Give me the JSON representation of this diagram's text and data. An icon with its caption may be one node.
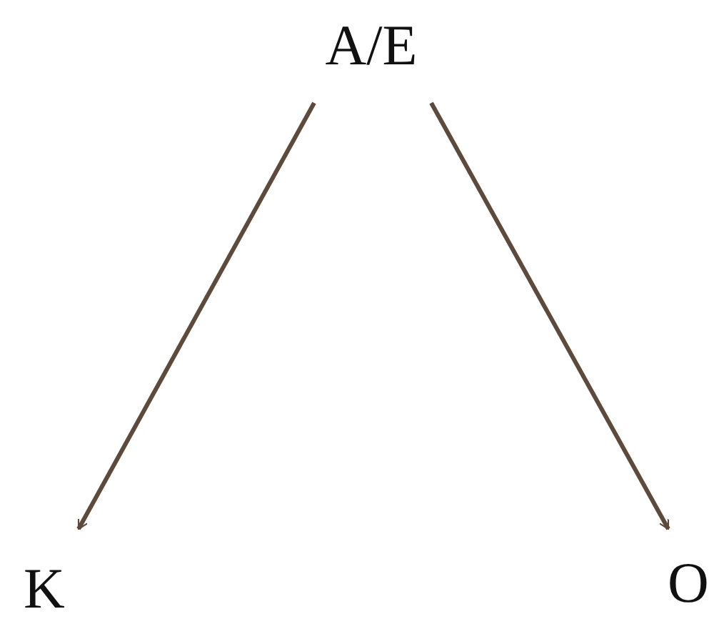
{
  "diagram": {
    "nodes": [
      {
        "text": [
          "A/E"
        ]
      },
      {
        "text": [
          "K"
        ]
      },
      {
        "text": [
          "O"
        ]
      }
    ],
    "edges": [
      {
        "from": 0,
        "to": 1,
        "arrow": "to"
      },
      {
        "from": 0,
        "to": 2,
        "arrow": "to"
      }
    ]
  }
}
